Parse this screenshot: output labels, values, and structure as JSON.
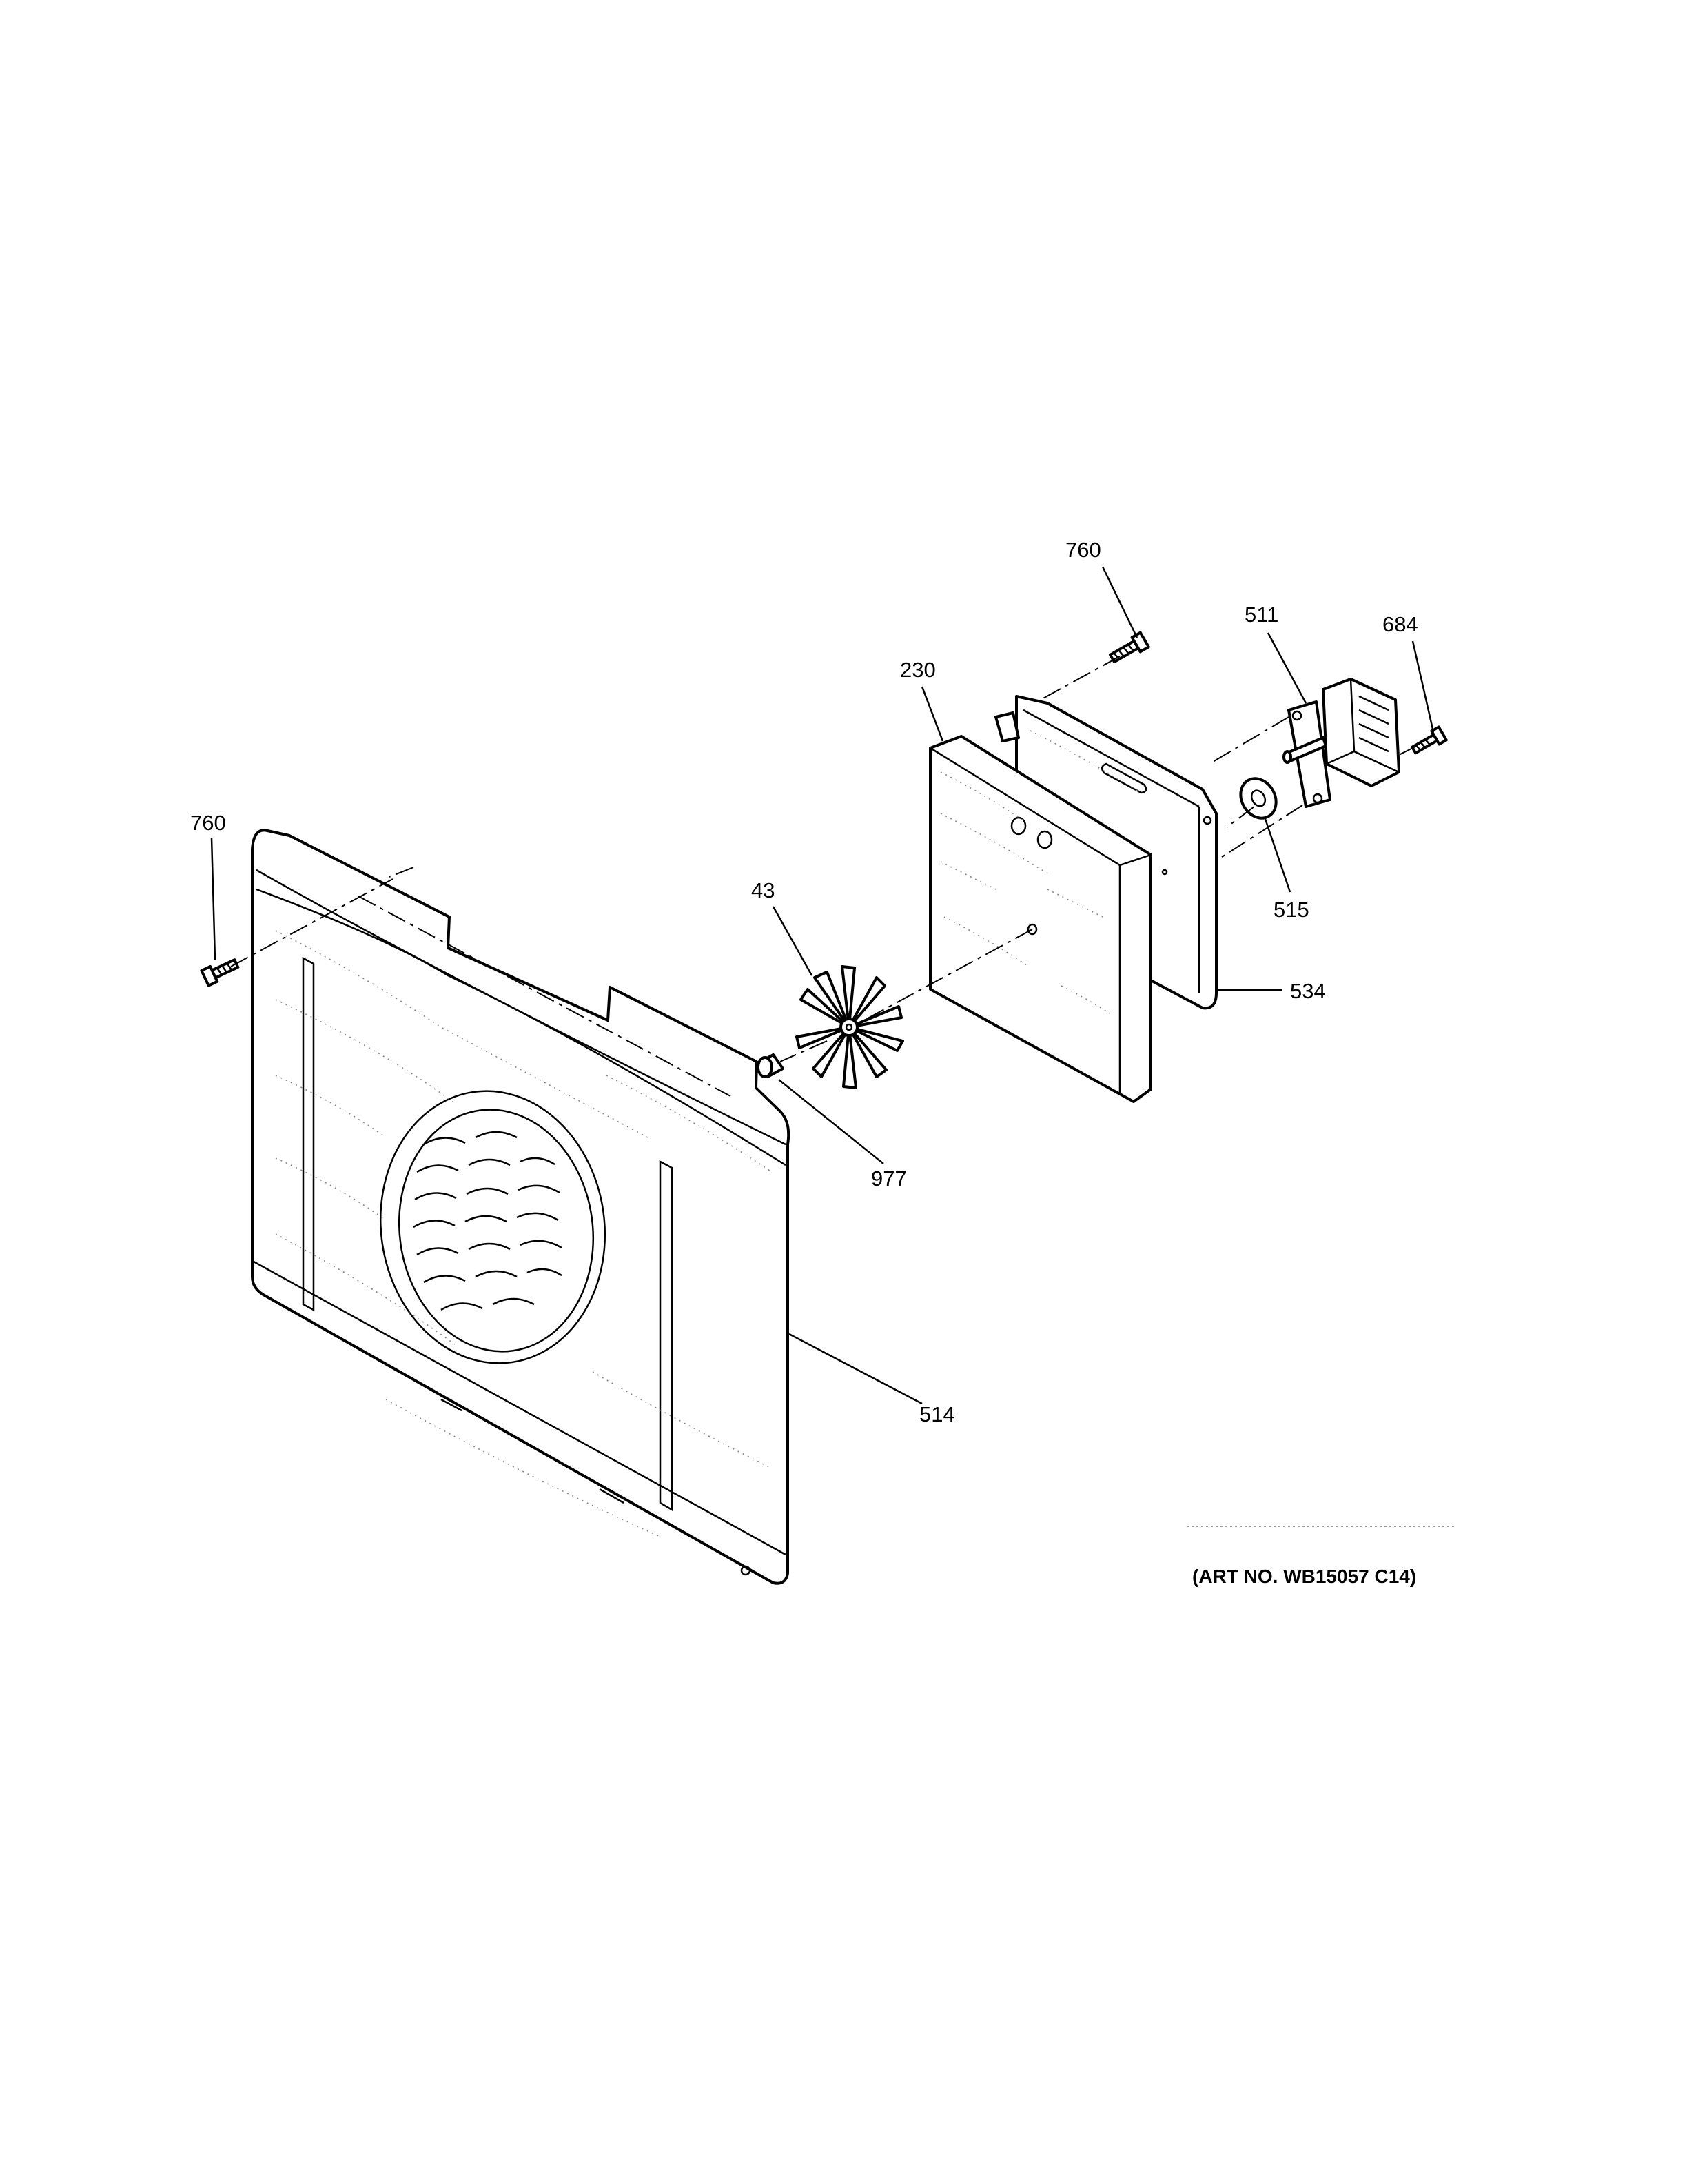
{
  "callouts": {
    "c760_top": "760",
    "c511": "511",
    "c684": "684",
    "c230": "230",
    "c760_left": "760",
    "c43": "43",
    "c515": "515",
    "c534": "534",
    "c977": "977",
    "c514": "514"
  },
  "art_number": "(ART NO. WB15057 C14)"
}
